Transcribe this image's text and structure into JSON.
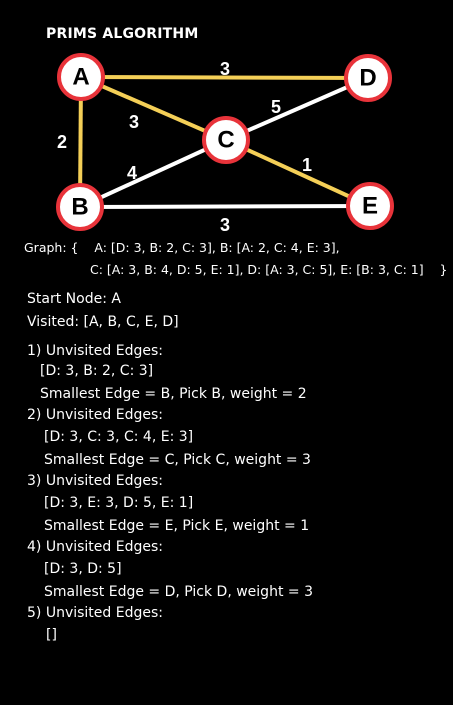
{
  "title": "PRIMS ALGORITHM",
  "colors": {
    "mst_edge": "#f4cf57",
    "edge": "#ffffff",
    "node_border": "#e8333a",
    "node_fill": "#ffffff"
  },
  "graph": {
    "nodes": [
      "A",
      "B",
      "C",
      "D",
      "E"
    ],
    "edges": [
      {
        "from": "A",
        "to": "D",
        "weight": "3",
        "in_mst": true
      },
      {
        "from": "A",
        "to": "B",
        "weight": "2",
        "in_mst": true
      },
      {
        "from": "A",
        "to": "C",
        "weight": "3",
        "in_mst": true
      },
      {
        "from": "C",
        "to": "D",
        "weight": "5",
        "in_mst": false
      },
      {
        "from": "B",
        "to": "C",
        "weight": "4",
        "in_mst": false
      },
      {
        "from": "C",
        "to": "E",
        "weight": "1",
        "in_mst": true
      },
      {
        "from": "B",
        "to": "E",
        "weight": "3",
        "in_mst": false
      }
    ]
  },
  "graph_text": {
    "line1": "Graph: {    A: [D: 3, B: 2, C: 3], B: [A: 2, C: 4, E: 3],",
    "line2": "C: [A: 3, B: 4, D: 5, E: 1], D: [A: 3, C: 5], E: [B: 3, C: 1]    }"
  },
  "start_node": "Start Node: A",
  "visited": "Visited: [A, B, C, E, D]",
  "steps": [
    {
      "header": "1) Unvisited Edges:",
      "edges": "[D: 3, B: 2, C: 3]",
      "pick": "Smallest Edge = B, Pick B, weight = 2"
    },
    {
      "header": "2) Unvisited Edges:",
      "edges": "[D: 3, C: 3, C: 4, E: 3]",
      "pick": "Smallest Edge = C, Pick C, weight = 3"
    },
    {
      "header": "3) Unvisited Edges:",
      "edges": "[D: 3, E: 3, D: 5, E: 1]",
      "pick": "Smallest Edge = E, Pick E, weight = 1"
    },
    {
      "header": "4) Unvisited Edges:",
      "edges": "[D: 3, D: 5]",
      "pick": "Smallest Edge = D, Pick D, weight = 3"
    },
    {
      "header": "5) Unvisited Edges:",
      "edges": "[]"
    }
  ]
}
